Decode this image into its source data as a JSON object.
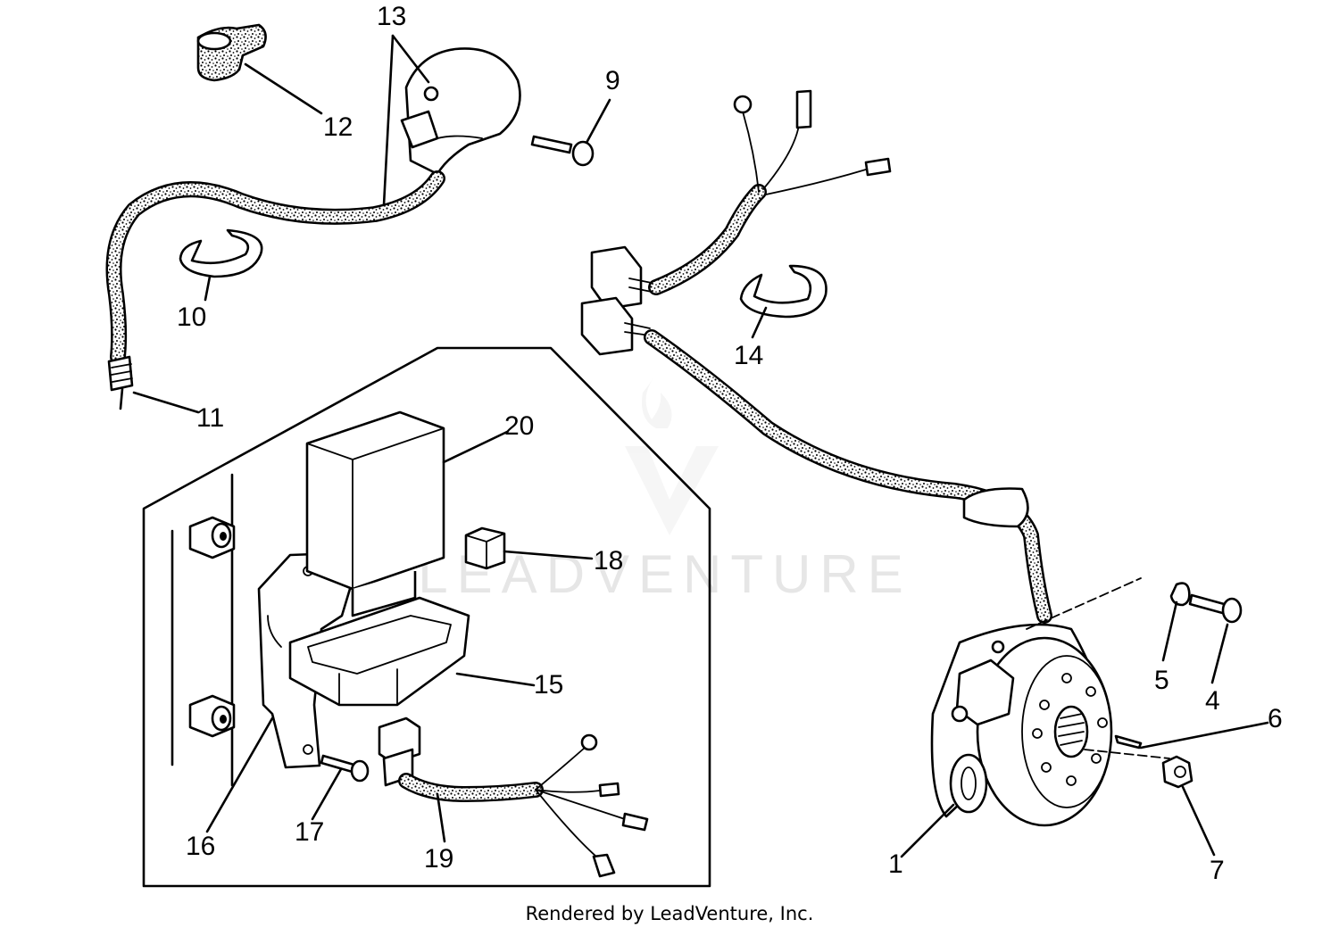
{
  "diagram": {
    "callouts": {
      "c1": "1",
      "c4": "4",
      "c5": "5",
      "c6": "6",
      "c7": "7",
      "c9": "9",
      "c10": "10",
      "c11": "11",
      "c12": "12",
      "c13": "13",
      "c14": "14",
      "c15": "15",
      "c16": "16",
      "c17": "17",
      "c18": "18",
      "c19": "19",
      "c20": "20"
    },
    "watermark": "LEADVENTURE",
    "footer": "Rendered by LeadVenture, Inc."
  }
}
